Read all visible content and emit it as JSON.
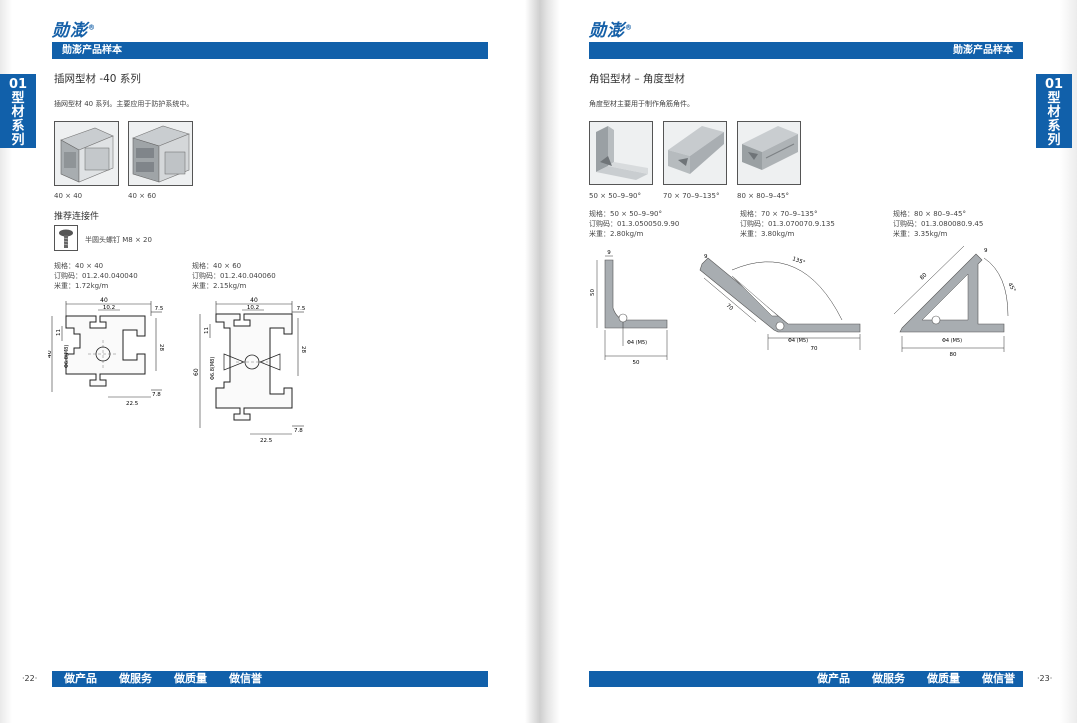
{
  "brand": "勋澎",
  "registered_mark": "®",
  "catalog_title": "勋澎产品样本",
  "side_tab": {
    "number": "01",
    "chars": [
      "型",
      "材",
      "系",
      "列"
    ]
  },
  "left": {
    "section_title": "插网型材 -40 系列",
    "intro": "插网型材 40 系列。主要应用于防护系统中。",
    "thumb_labels": [
      "40 × 40",
      "40 × 60"
    ],
    "connector_heading": "推荐连接件",
    "connector_label": "半圆头螺钉 M8 × 20",
    "specs": [
      {
        "spec": "规格：40 × 40",
        "code": "订购码：01.2.40.040040",
        "weight": "米重：1.72kg/m"
      },
      {
        "spec": "规格：40 × 60",
        "code": "订购码：01.2.40.040060",
        "weight": "米重：2.15kg/m"
      }
    ],
    "dims_a": {
      "w": "40",
      "a": "10.2",
      "b": "7.5",
      "h": "40",
      "c": "11",
      "d": "28",
      "e": "Φ6.8(M8)",
      "f": "22.5",
      "g": "7.8"
    },
    "dims_b": {
      "w": "40",
      "a": "10.2",
      "b": "7.5",
      "h": "60",
      "c": "11",
      "d": "28",
      "e": "Φ6.8(M8)",
      "f": "22.5",
      "g": "7.8"
    },
    "page_number": "·22·",
    "footer": [
      "做产品",
      "做服务",
      "做质量",
      "做信誉"
    ]
  },
  "right": {
    "section_title": "角铝型材 – 角度型材",
    "intro": "角度型材主要用于制作角筋角件。",
    "thumb_labels": [
      "50 × 50–9–90°",
      "70 × 70–9–135°",
      "80 × 80–9–45°"
    ],
    "specs": [
      {
        "spec": "规格：50 × 50–9–90°",
        "code": "订购码：01.3.050050.9.90",
        "weight": "米重：2.80kg/m"
      },
      {
        "spec": "规格：70 × 70–9–135°",
        "code": "订购码：01.3.070070.9.135",
        "weight": "米重：3.80kg/m"
      },
      {
        "spec": "规格：80 × 80–9–45°",
        "code": "订购码：01.3.080080.9.45",
        "weight": "米重：3.35kg/m"
      }
    ],
    "dims_1": {
      "t": "9",
      "h": "50",
      "hole": "Φ4 (M5)",
      "w": "50"
    },
    "dims_2": {
      "t": "9",
      "angle": "135°",
      "l": "70",
      "hole": "Φ4 (M5)",
      "w": "70"
    },
    "dims_3": {
      "t": "9",
      "angle": "45°",
      "l": "80",
      "hole": "Φ4 (M5)",
      "w": "80"
    },
    "page_number": "·23·",
    "footer": [
      "做产品",
      "做服务",
      "做质量",
      "做信誉"
    ]
  }
}
